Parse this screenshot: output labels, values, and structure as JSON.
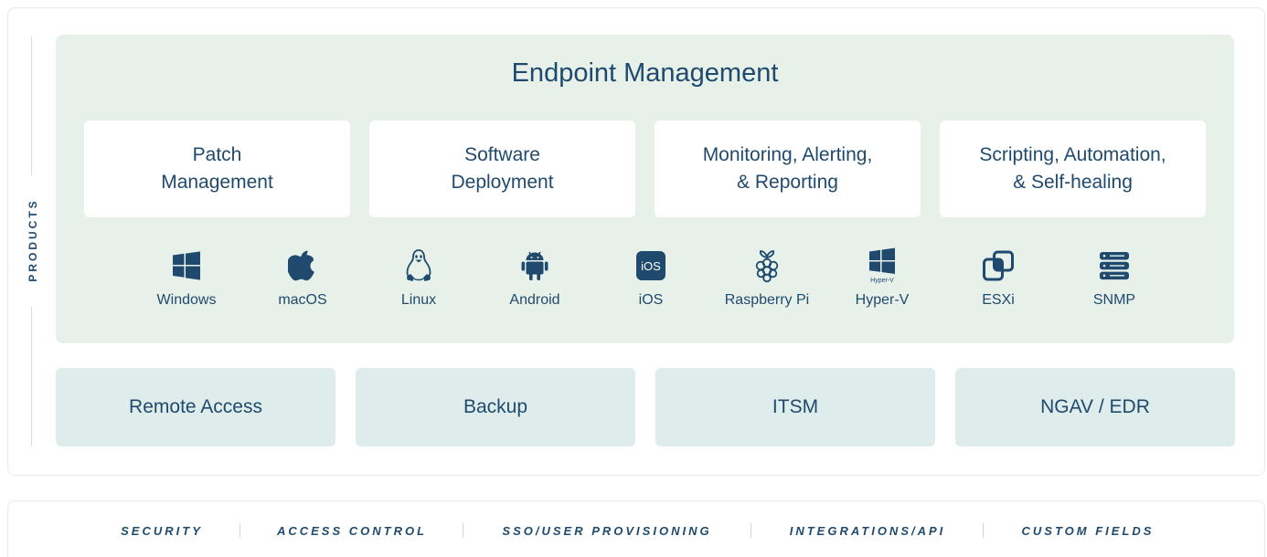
{
  "side_label": "PRODUCTS",
  "endpoint": {
    "title": "Endpoint Management",
    "features": [
      {
        "line1": "Patch",
        "line2": "Management"
      },
      {
        "line1": "Software",
        "line2": "Deployment"
      },
      {
        "line1": "Monitoring, Alerting,",
        "line2": "& Reporting"
      },
      {
        "line1": "Scripting, Automation,",
        "line2": "& Self-healing"
      }
    ],
    "platforms": [
      {
        "label": "Windows",
        "icon": "windows-icon"
      },
      {
        "label": "macOS",
        "icon": "apple-icon"
      },
      {
        "label": "Linux",
        "icon": "linux-tux-icon"
      },
      {
        "label": "Android",
        "icon": "android-icon"
      },
      {
        "label": "iOS",
        "icon": "ios-icon",
        "icon_text": "iOS"
      },
      {
        "label": "Raspberry Pi",
        "icon": "raspberry-pi-icon"
      },
      {
        "label": "Hyper-V",
        "icon": "hyper-v-icon",
        "icon_text": "Hyper-V"
      },
      {
        "label": "ESXi",
        "icon": "esxi-icon"
      },
      {
        "label": "SNMP",
        "icon": "server-stack-icon"
      }
    ]
  },
  "addons": [
    {
      "label": "Remote Access"
    },
    {
      "label": "Backup"
    },
    {
      "label": "ITSM"
    },
    {
      "label": "NGAV / EDR"
    }
  ],
  "bottom_items": [
    {
      "label": "SECURITY"
    },
    {
      "label": "ACCESS CONTROL"
    },
    {
      "label": "SSO/USER PROVISIONING"
    },
    {
      "label": "INTEGRATIONS/API"
    },
    {
      "label": "CUSTOM FIELDS"
    }
  ],
  "colors": {
    "text": "#1f4a6e",
    "endpoint_bg": "#e7f1ea",
    "addon_bg": "#dfecec",
    "icon": "#1f4a6e"
  }
}
